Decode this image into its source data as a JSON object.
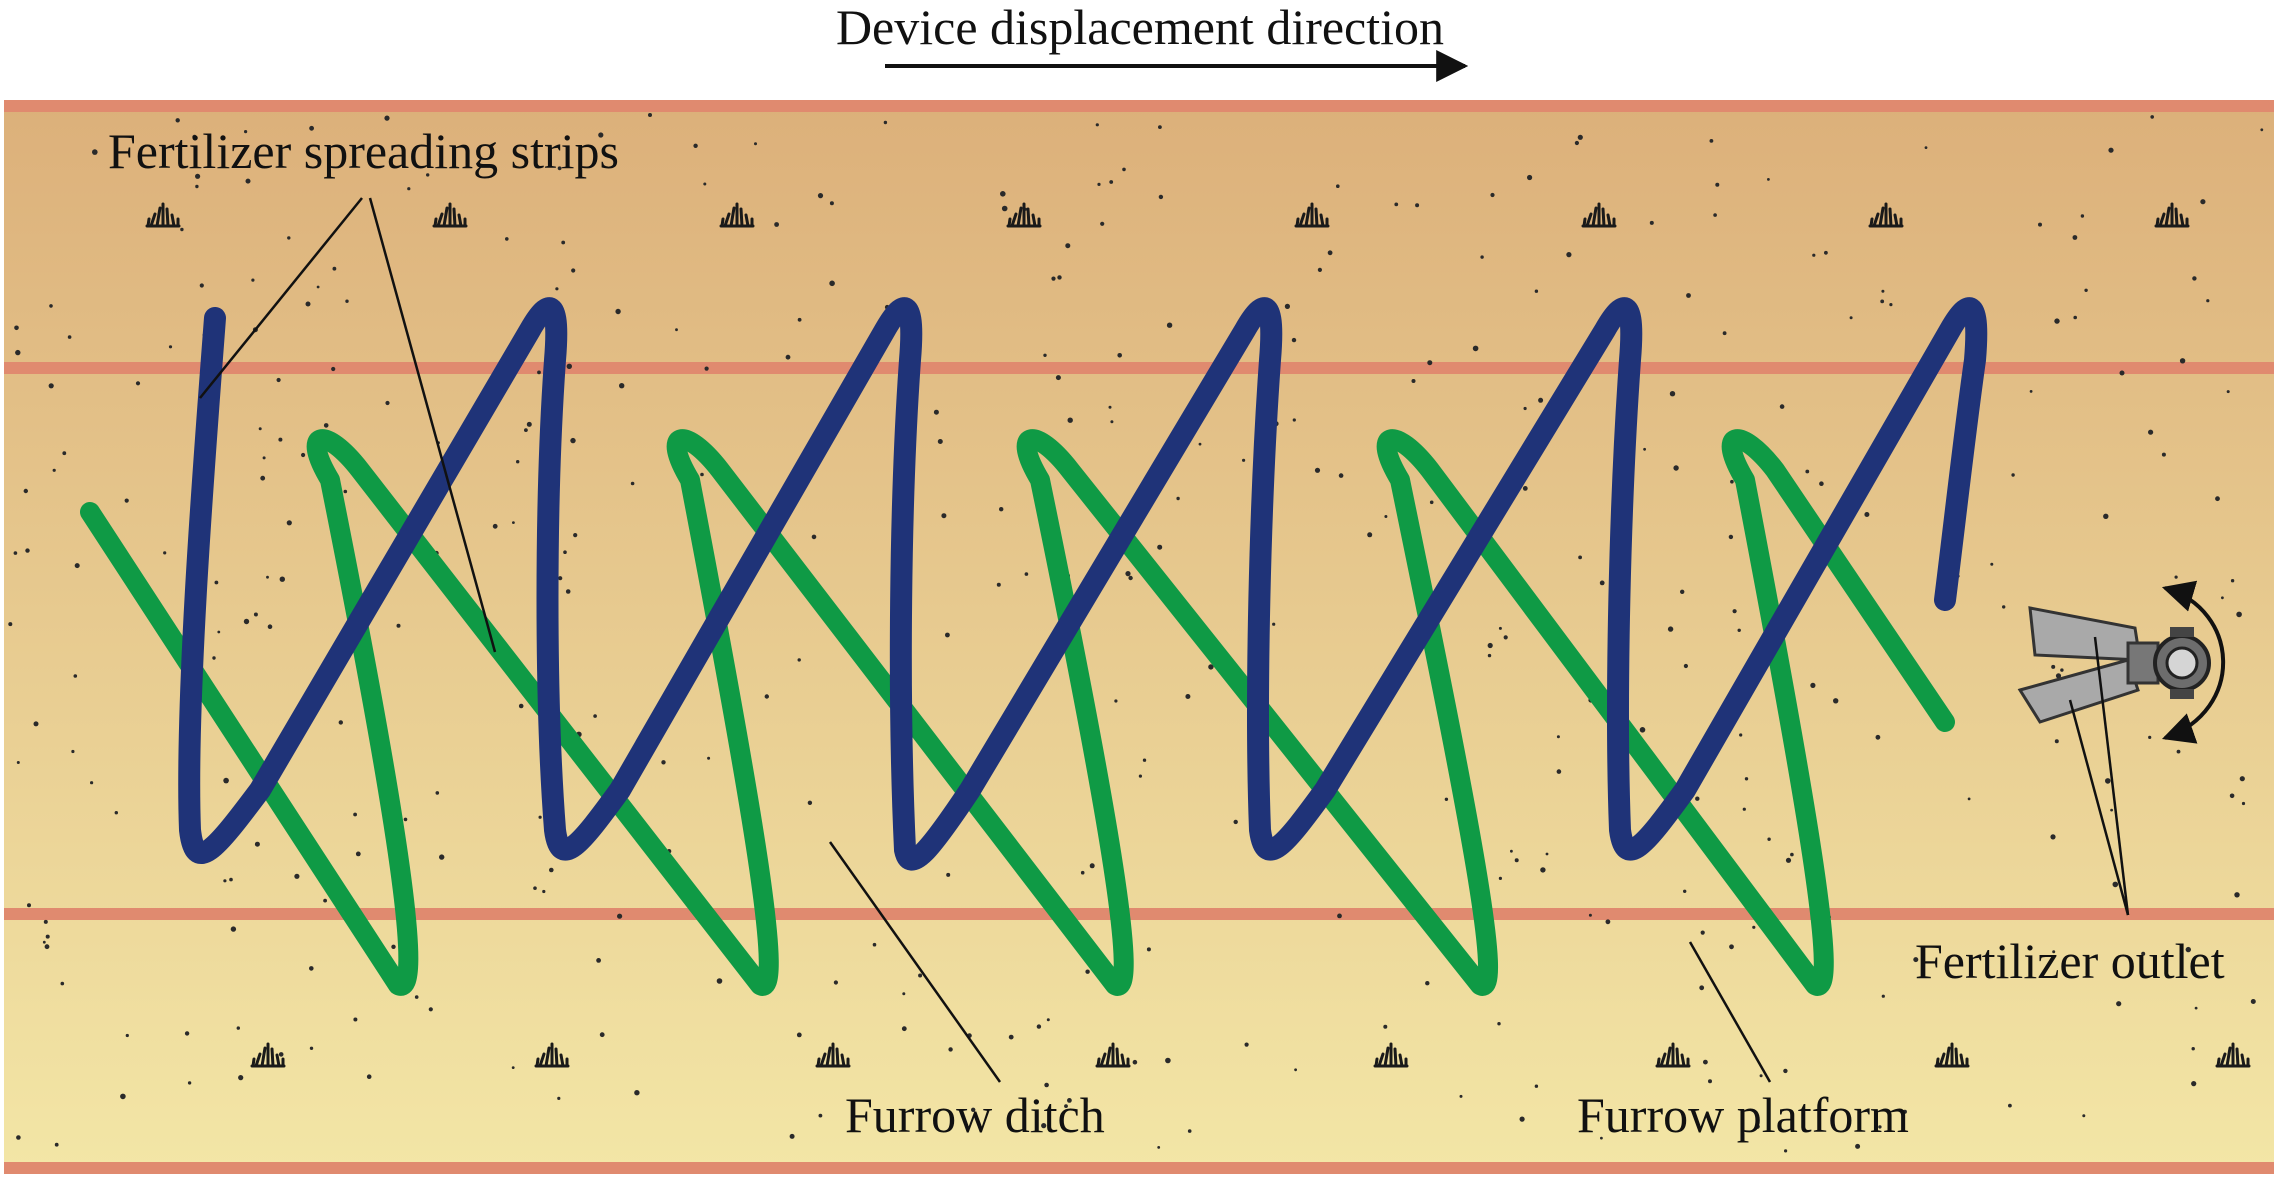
{
  "direction_label": "Device displacement direction",
  "labels": {
    "spreading_strips": "Fertilizer spreading strips",
    "furrow_ditch": "Furrow ditch",
    "furrow_platform": "Furrow platform",
    "fertilizer_outlet": "Fertilizer outlet"
  },
  "colors": {
    "soil_top": "#dcb07a",
    "soil_bottom": "#f3e6a6",
    "boundary_line": "#e08a6f",
    "strip_blue": "#1f3378",
    "strip_green": "#0f9a45",
    "outlet_gray": "#a9a9a9",
    "label_text": "#111111"
  },
  "icons": [
    "arrow-right-icon",
    "grass-tuft-icon",
    "rotation-arrow-icon",
    "fertilizer-outlet-icon"
  ]
}
